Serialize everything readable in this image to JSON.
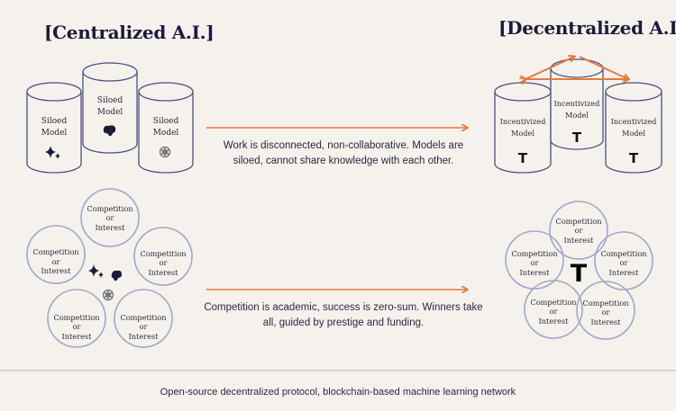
{
  "colors": {
    "background": "#f5f2ed",
    "outline": "#4a5180",
    "circle_outline": "#a3a8c8",
    "arrow": "#e8783a",
    "text": "#1c1b3b"
  },
  "left": {
    "title": "[Centralized A.I.]",
    "silos": [
      {
        "label_line1": "Siloed",
        "label_line2": "Model",
        "icon": "gemini-sparkle-icon"
      },
      {
        "label_line1": "Siloed",
        "label_line2": "Model",
        "icon": "anthropic-blob-icon"
      },
      {
        "label_line1": "Siloed",
        "label_line2": "Model",
        "icon": "openai-knot-icon"
      }
    ],
    "circles": [
      {
        "line1": "Competition",
        "line2": "or",
        "line3": "Interest"
      },
      {
        "line1": "Competition",
        "line2": "or",
        "line3": "Interest"
      },
      {
        "line1": "Competition",
        "line2": "or",
        "line3": "Interest"
      },
      {
        "line1": "Competition",
        "line2": "or",
        "line3": "Interest"
      },
      {
        "line1": "Competition",
        "line2": "or",
        "line3": "Interest"
      }
    ]
  },
  "right": {
    "title": "[Decentralized A.I.]",
    "silos": [
      {
        "label_line1": "Incentivized",
        "label_line2": "Model",
        "icon": "tao-icon",
        "glyph": "T"
      },
      {
        "label_line1": "Incentivized",
        "label_line2": "Model",
        "icon": "tao-icon",
        "glyph": "T"
      },
      {
        "label_line1": "Incentivized",
        "label_line2": "Model",
        "icon": "tao-icon",
        "glyph": "T"
      }
    ],
    "circles": [
      {
        "line1": "Competition",
        "line2": "or",
        "line3": "Interest"
      },
      {
        "line1": "Competition",
        "line2": "or",
        "line3": "Interest"
      },
      {
        "line1": "Competition",
        "line2": "or",
        "line3": "Interest"
      },
      {
        "line1": "Competition",
        "line2": "or",
        "line3": "Interest"
      },
      {
        "line1": "Competition",
        "line2": "or",
        "line3": "Interest"
      }
    ],
    "center_glyph": "T"
  },
  "captions": {
    "row1": "Work is disconnected, non-collaborative. Models are siloed, cannot share knowledge with each other.",
    "row2": "Competition is academic, success is zero-sum. Winners take all, guided by prestige and funding."
  },
  "footer": "Open-source decentralized protocol, blockchain-based machine learning network"
}
